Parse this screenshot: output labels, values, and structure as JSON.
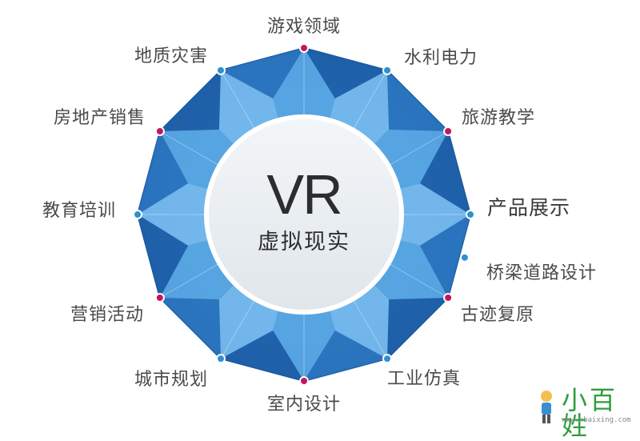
{
  "center": {
    "title": "VR",
    "subtitle": "虚拟现实"
  },
  "labels": [
    "游戏领域",
    "水利电力",
    "旅游教学",
    "产品展示",
    "桥梁道路设计",
    "古迹复原",
    "工业仿真",
    "室内设计",
    "城市规划",
    "营销活动",
    "教育培训",
    "房地产销售",
    "地质灾害"
  ],
  "colors": {
    "dot_magenta": "#c2185b",
    "dot_blue": "#2f8fd1",
    "shape_dark": "#1c5a9e",
    "shape_light": "#7ec2f0"
  },
  "watermark": {
    "text": "小百姓",
    "url": "www.xbaixing.com"
  }
}
